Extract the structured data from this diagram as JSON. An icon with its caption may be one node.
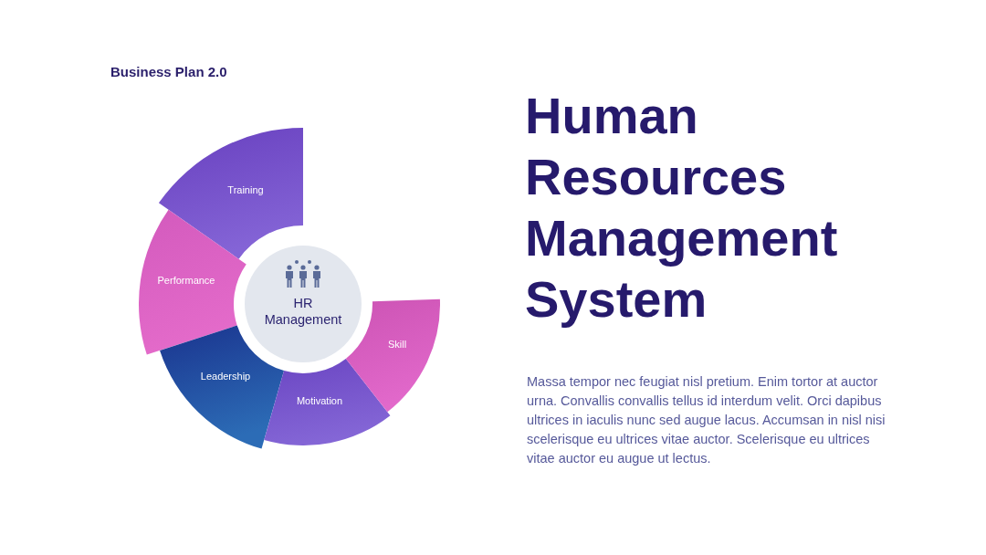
{
  "diagram": {
    "title": "Human Resources Management System",
    "nodes": [
      {
        "text": [
          "HR Management"
        ]
      },
      {
        "text": [
          "Training"
        ]
      },
      {
        "text": [
          "Performance"
        ]
      },
      {
        "text": [
          "Leadership"
        ]
      },
      {
        "text": [
          "Motivation"
        ]
      },
      {
        "text": [
          "Skill"
        ]
      }
    ],
    "labels": [
      "Business Plan 2.0",
      "Massa tempor nec feugiat nisl pretium. Enim tortor at auctor urna. Convallis convallis tellus id interdum velit. Orci dapibus ultrices in iaculis nunc sed augue lacus. Accumsan in nisl nisi scelerisque eu ultrices vitae auctor. Scelerisque eu ultrices vitae auctor eu augue ut lectus."
    ]
  }
}
